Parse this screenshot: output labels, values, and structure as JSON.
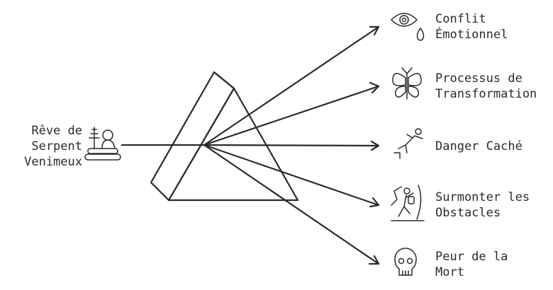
{
  "source": {
    "label": "Rêve de\nSerpent\nVenimeux",
    "icon": "bust-on-pedestal-icon"
  },
  "prism": {
    "icon": "prism-icon"
  },
  "outputs": [
    {
      "label": "Conflit\nÉmotionnel",
      "icon": "eye-with-tear-icon"
    },
    {
      "label": "Processus de\nTransformation",
      "icon": "butterfly-icon"
    },
    {
      "label": "Danger Caché",
      "icon": "falling-person-icon"
    },
    {
      "label": "Surmonter les\nObstacles",
      "icon": "climber-icon"
    },
    {
      "label": "Peur de la\nMort",
      "icon": "skull-icon"
    }
  ],
  "colors": {
    "ink": "#2b2b2b",
    "background": "#ffffff"
  }
}
